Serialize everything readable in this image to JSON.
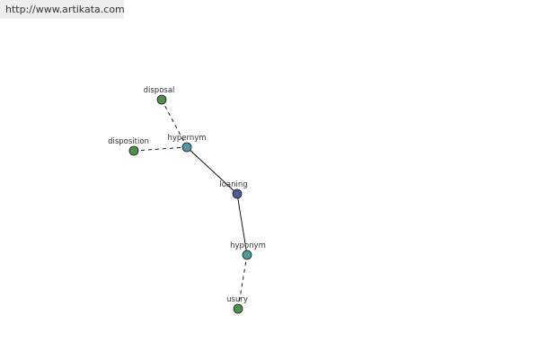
{
  "header": {
    "url": "http://www.artikata.com"
  },
  "colors": {
    "green": "#4e8f4e",
    "teal": "#4f9b9b",
    "center": "#4a5a9a",
    "edge": "#000000"
  },
  "graph": {
    "nodes": [
      {
        "id": "disposal",
        "label": "disposal",
        "kind": "word"
      },
      {
        "id": "disposition",
        "label": "disposition",
        "kind": "word"
      },
      {
        "id": "hypernym",
        "label": "hypernym",
        "kind": "relation"
      },
      {
        "id": "loaning",
        "label": "loaning",
        "kind": "center"
      },
      {
        "id": "hyponym",
        "label": "hyponym",
        "kind": "relation"
      },
      {
        "id": "usury",
        "label": "usury",
        "kind": "word"
      }
    ],
    "edges": [
      {
        "from": "disposal",
        "to": "hypernym",
        "style": "dashed"
      },
      {
        "from": "disposition",
        "to": "hypernym",
        "style": "dashed"
      },
      {
        "from": "hypernym",
        "to": "loaning",
        "style": "solid"
      },
      {
        "from": "loaning",
        "to": "hyponym",
        "style": "solid"
      },
      {
        "from": "hyponym",
        "to": "usury",
        "style": "dashed"
      }
    ]
  }
}
